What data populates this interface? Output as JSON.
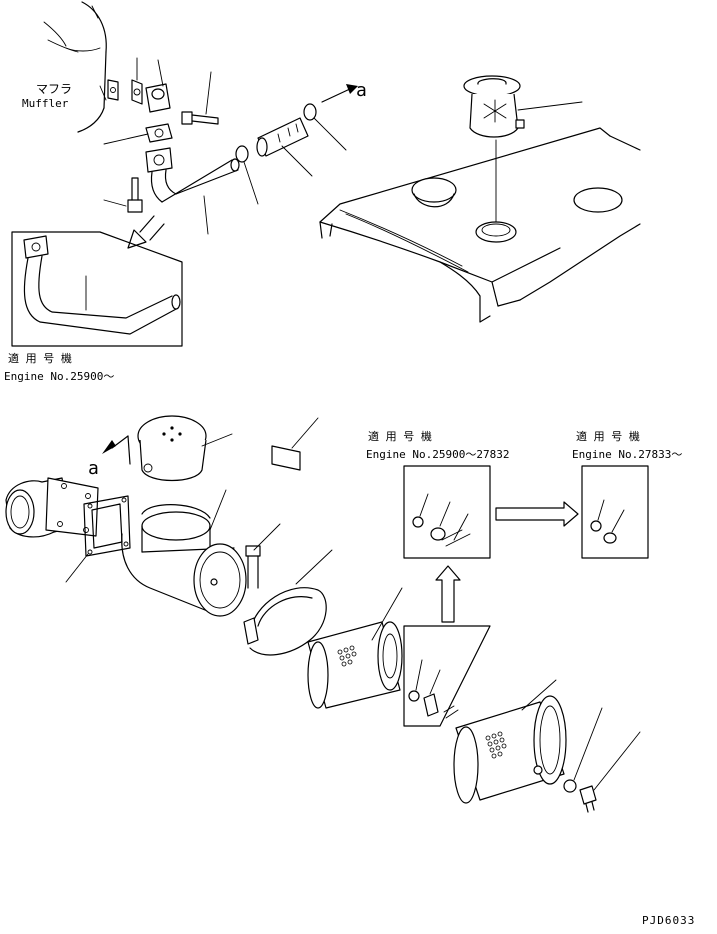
{
  "labels": {
    "muffler_jp": "マフラ",
    "muffler_en": "Muffler",
    "arrow_a_top": "a",
    "arrow_a_bottom": "a",
    "applic_jp_1": "適 用 号 機",
    "applic_en_1": "Engine No.25900～",
    "applic_jp_2": "適 用 号 機",
    "applic_en_2": "Engine No.25900～27832",
    "applic_jp_3": "適 用 号 機",
    "applic_en_3": "Engine No.27833～",
    "drawing_code": "PJD6033"
  }
}
